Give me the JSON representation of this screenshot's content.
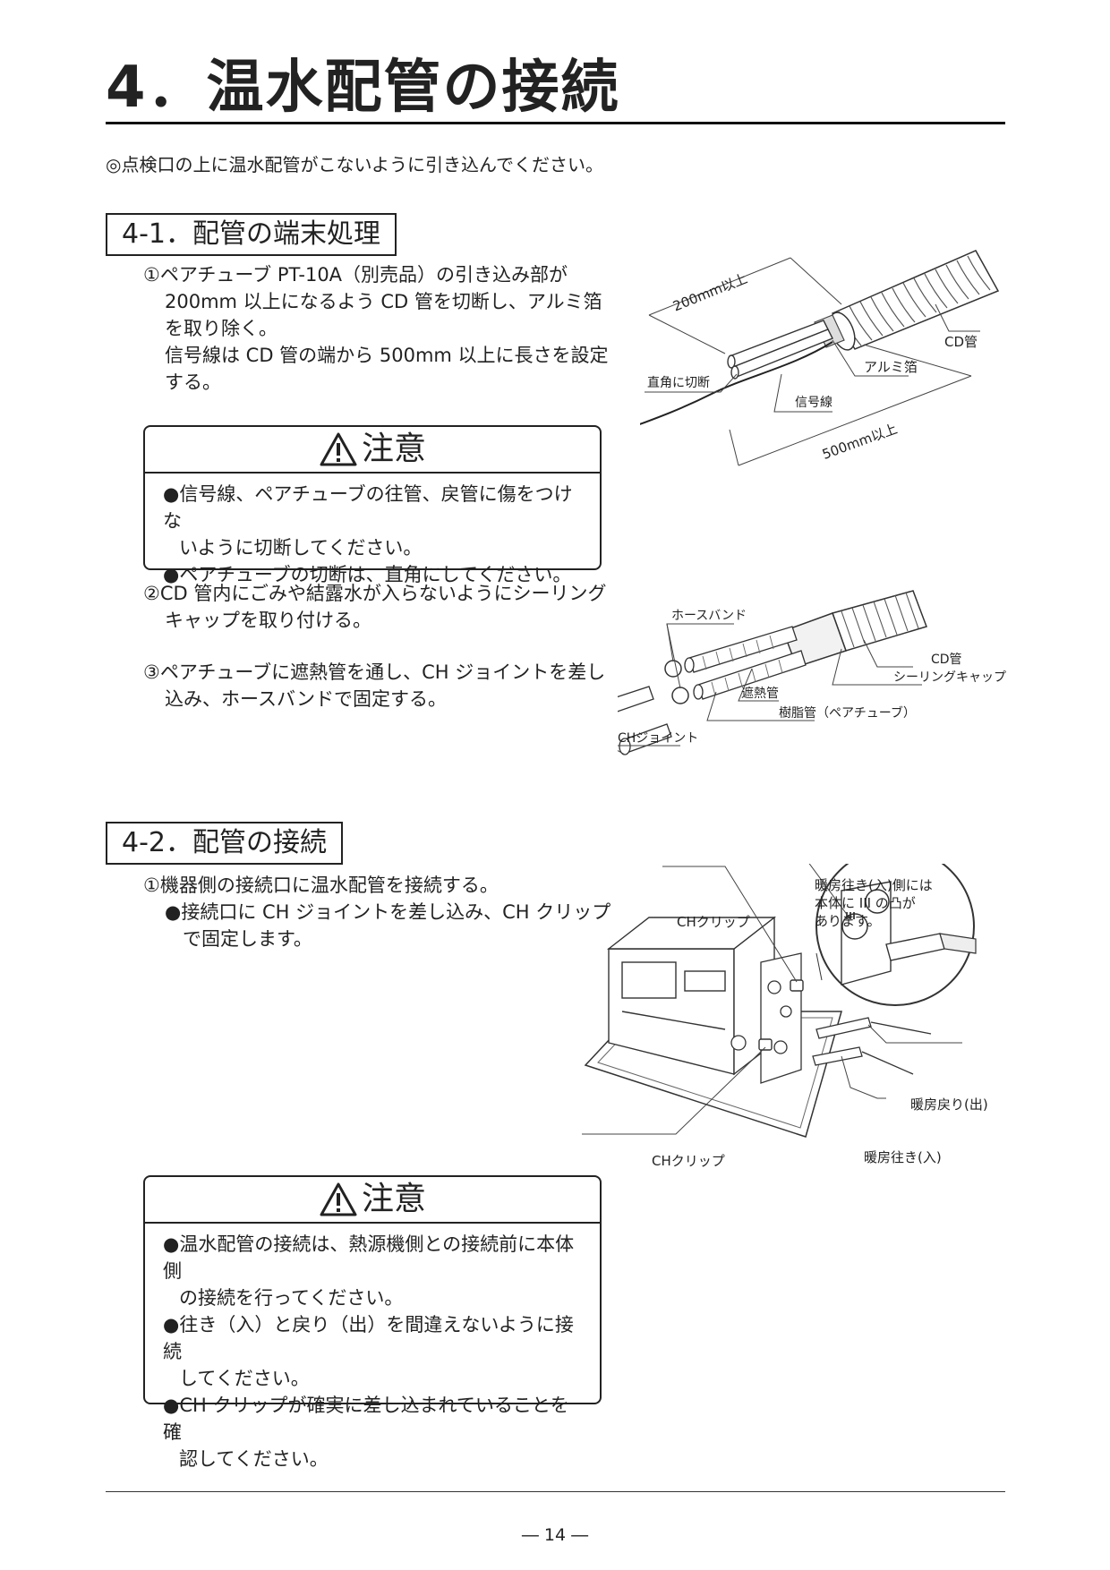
{
  "page_title": "4．温水配管の接続",
  "intro": "◎点検口の上に温水配管がこないように引き込んでください。",
  "section1": {
    "heading": "4-1．配管の端末処理",
    "step1_line1": "①ペアチューブ PT-10A（別売品）の引き込み部が",
    "step1_line2": "200mm 以上になるよう CD 管を切断し、アルミ箔",
    "step1_line3": "を取り除く。",
    "step1_line4": "信号線は CD 管の端から 500mm 以上に長さを設定",
    "step1_line5": "する。",
    "caution": {
      "title": "注意",
      "bullet1_line1": "●信号線、ペアチューブの往管、戻管に傷をつけな",
      "bullet1_line2": "いように切断してください。",
      "bullet2": "●ペアチューブの切断は、直角にしてください。"
    },
    "step2_line1": "②CD 管内にごみや結露水が入らないようにシーリング",
    "step2_line2": "キャップを取り付ける。",
    "step3_line1": "③ペアチューブに遮熱管を通し、CH ジョイントを差し",
    "step3_line2": "込み、ホースバンドで固定する。",
    "fig1": {
      "label_200": "200mm以上",
      "label_cd": "CD管",
      "label_alumi": "アルミ箔",
      "label_right_angle": "直角に切断",
      "label_signal": "信号線",
      "label_500": "500mm以上"
    },
    "fig2": {
      "label_hoseband": "ホースバンド",
      "label_cd": "CD管",
      "label_sealing": "シーリングキャップ",
      "label_shield": "遮熱管",
      "label_resin": "樹脂管（ペアチューブ）",
      "label_ch_joint": "CHジョイント"
    }
  },
  "section2": {
    "heading": "4-2．配管の接続",
    "step1": "①機器側の接続口に温水配管を接続する。",
    "sub_line1": "●接続口に CH ジョイントを差し込み、CH クリップ",
    "sub_line2": "で固定します。",
    "fig3": {
      "label_note_line1": "暖房往き(入)側には",
      "label_note_line2": "本体に III の凸が",
      "label_note_line3": "あります。",
      "label_ch_clip_top": "CHクリップ",
      "label_return": "暖房戻り(出)",
      "label_supply": "暖房往き(入)",
      "label_ch_clip_bottom": "CHクリップ"
    },
    "caution": {
      "title": "注意",
      "bullet1_line1": "●温水配管の接続は、熱源機側との接続前に本体側",
      "bullet1_line2": "の接続を行ってください。",
      "bullet2_line1": "●往き（入）と戻り（出）を間違えないように接続",
      "bullet2_line2": "してください。",
      "bullet3_line1": "●CH クリップが確実に差し込まれていることを確",
      "bullet3_line2": "認してください。"
    }
  },
  "page_number": "― 14 ―"
}
